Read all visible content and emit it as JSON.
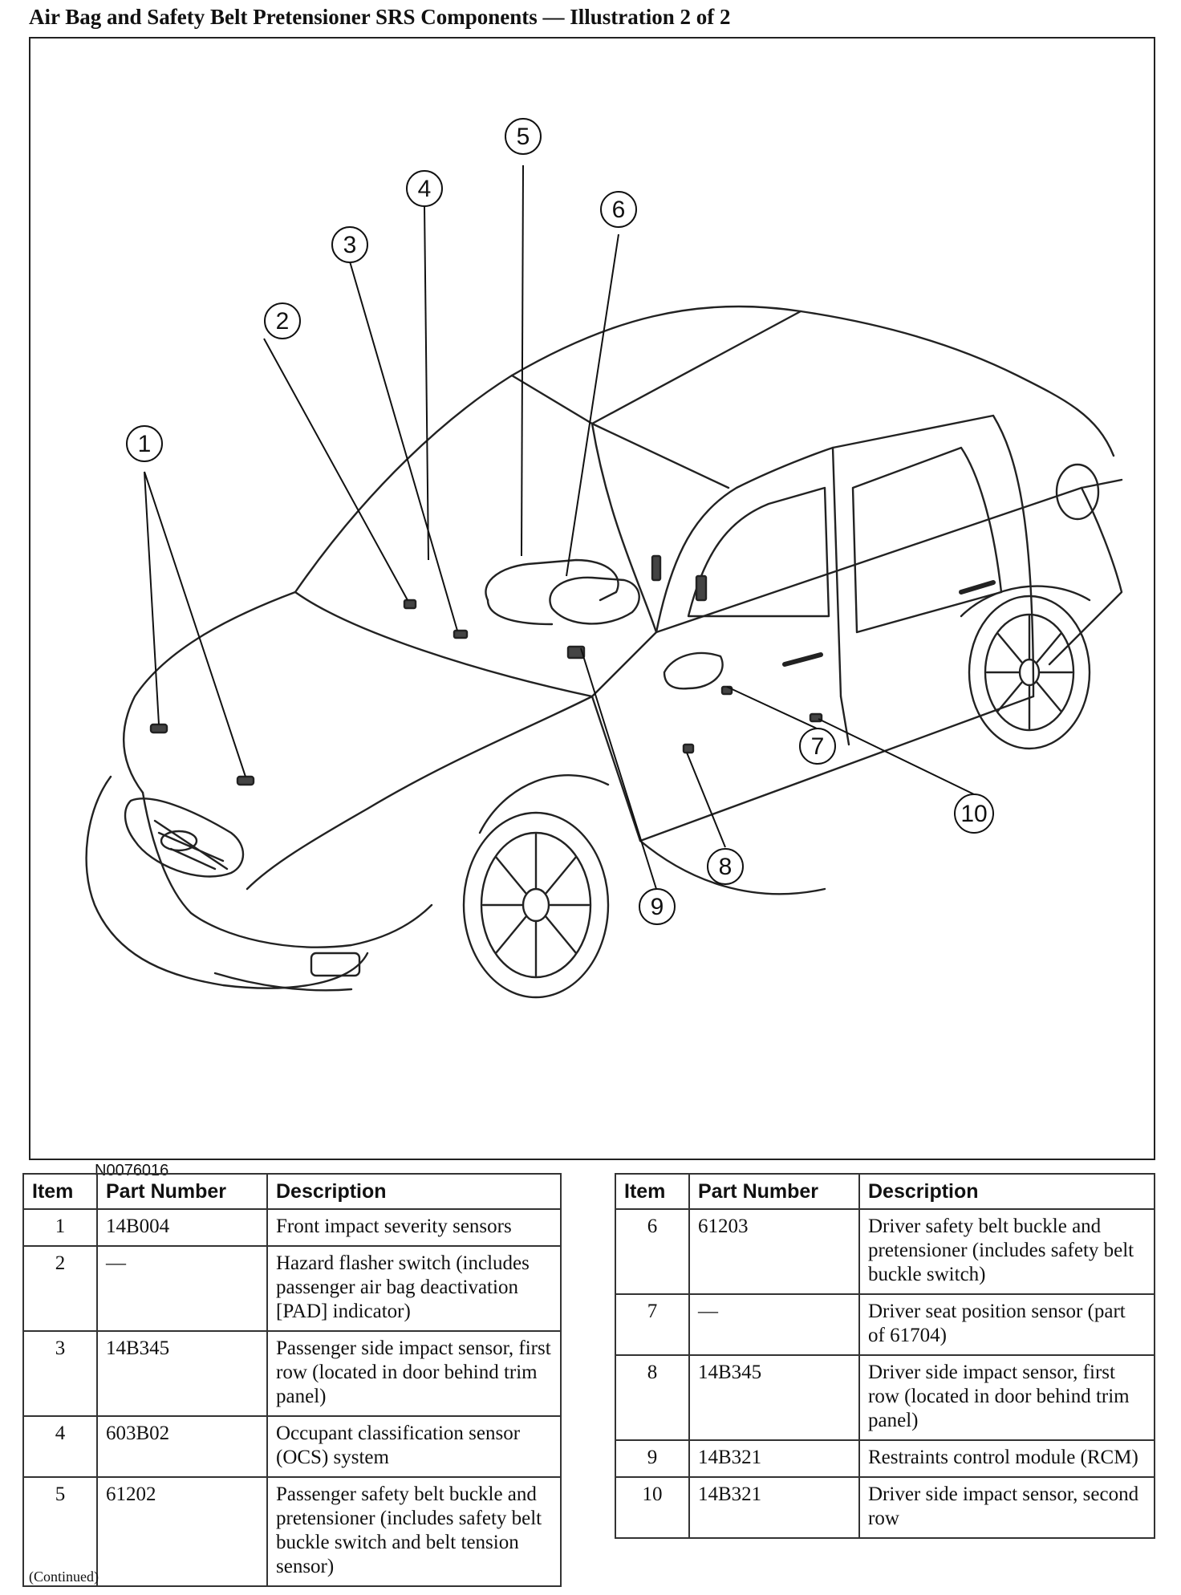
{
  "title": "Air Bag and Safety Belt Pretensioner SRS Components — Illustration 2 of 2",
  "figure_id": "N0076016",
  "callouts": [
    "1",
    "2",
    "3",
    "4",
    "5",
    "6",
    "7",
    "8",
    "9",
    "10"
  ],
  "table_headers": {
    "item": "Item",
    "part_number": "Part Number",
    "description": "Description"
  },
  "table_left": [
    {
      "item": "1",
      "part": "14B004",
      "desc": "Front impact severity sensors"
    },
    {
      "item": "2",
      "part": "—",
      "desc": "Hazard flasher switch (includes passenger air bag deactivation [PAD] indicator)"
    },
    {
      "item": "3",
      "part": "14B345",
      "desc": "Passenger side impact sensor, first row (located in door behind trim panel)"
    },
    {
      "item": "4",
      "part": "603B02",
      "desc": "Occupant classification sensor (OCS) system"
    },
    {
      "item": "5",
      "part": "61202",
      "desc": "Passenger safety belt buckle and pretensioner (includes safety belt buckle switch and belt tension sensor)"
    }
  ],
  "table_right": [
    {
      "item": "6",
      "part": "61203",
      "desc": "Driver safety belt buckle and pretensioner (includes safety belt buckle switch)"
    },
    {
      "item": "7",
      "part": "—",
      "desc": "Driver seat position sensor (part of 61704)"
    },
    {
      "item": "8",
      "part": "14B345",
      "desc": "Driver side impact sensor, first row (located in door behind trim panel)"
    },
    {
      "item": "9",
      "part": "14B321",
      "desc": "Restraints control module (RCM)"
    },
    {
      "item": "10",
      "part": "14B321",
      "desc": "Driver side impact sensor, second row"
    }
  ],
  "footer": "(Continued)"
}
